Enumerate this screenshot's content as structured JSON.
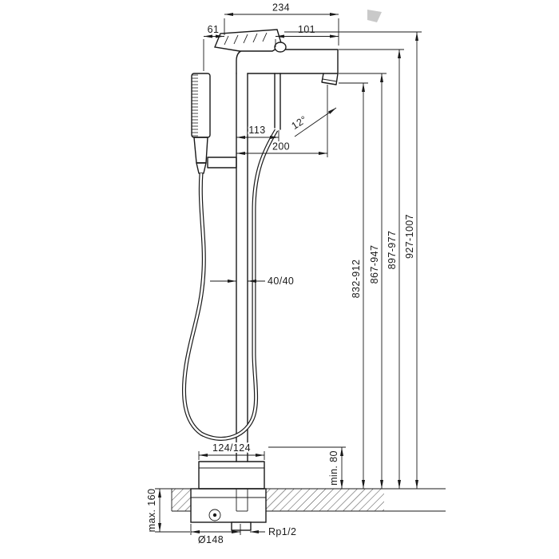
{
  "colors": {
    "line": "#1a1a1a",
    "hatch": "#444444",
    "watermark": "#c9c9c9",
    "background": "#ffffff"
  },
  "dimensions": {
    "overall_width": "234",
    "handshower_offset": "61",
    "spout_top_reach": "101",
    "hose_connection_offset": "113",
    "spout_reach": "200",
    "spray_angle": "12°",
    "riser_profile": "40/40",
    "height_to_outlet": "832-912",
    "height_to_spout_underside": "867-947",
    "height_to_spout_top": "897-977",
    "height_to_handle_top": "927-1007",
    "base_offset": "124/124",
    "min_clearance": "min. 80",
    "max_floor_buildup": "max. 160",
    "rough_in_diameter": "Ø148",
    "connection_thread": "Rp1/2"
  }
}
